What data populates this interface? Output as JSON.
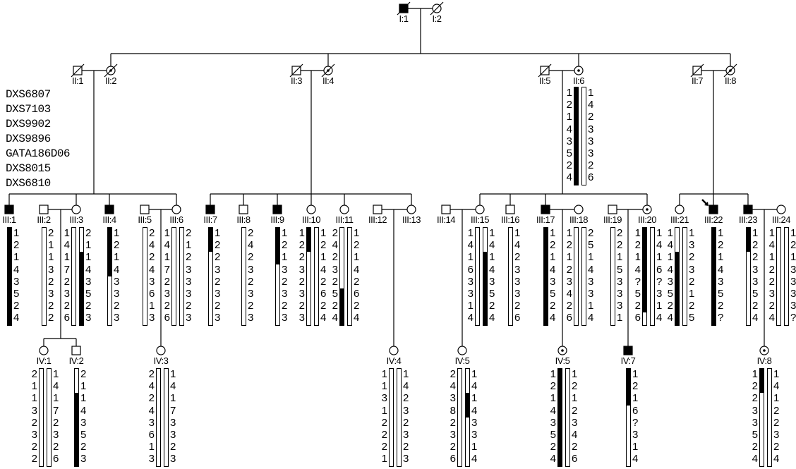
{
  "colors": {
    "affected": "#000000",
    "line": "#000000",
    "background": "#ffffff"
  },
  "markers": [
    "DXS6807",
    "DXS7103",
    "DXS9902",
    "DXS9896",
    "GATA186D06",
    "DXS8015",
    "DXS6810"
  ],
  "individuals": [
    {
      "id": "I:1",
      "sex": "M",
      "affected": true,
      "carrier": false,
      "deceased": true
    },
    {
      "id": "I:2",
      "sex": "F",
      "affected": false,
      "carrier": false,
      "deceased": true
    },
    {
      "id": "II:1",
      "sex": "M",
      "affected": false,
      "carrier": false,
      "deceased": true
    },
    {
      "id": "II:2",
      "sex": "F",
      "affected": false,
      "carrier": true,
      "deceased": true
    },
    {
      "id": "II:3",
      "sex": "M",
      "affected": false,
      "carrier": false,
      "deceased": true
    },
    {
      "id": "II:4",
      "sex": "F",
      "affected": false,
      "carrier": true,
      "deceased": true
    },
    {
      "id": "II:5",
      "sex": "M",
      "affected": false,
      "carrier": false,
      "deceased": true
    },
    {
      "id": "II:6",
      "sex": "F",
      "affected": false,
      "carrier": true,
      "deceased": false,
      "hap1": {
        "alleles": [
          "1",
          "2",
          "1",
          "4",
          "3",
          "5",
          "2",
          "4"
        ],
        "fill": "bbbbbbbb"
      },
      "hap2": {
        "alleles": [
          "1",
          "4",
          "2",
          "3",
          "3",
          "3",
          "2",
          "6"
        ],
        "fill": "wwwwwwww"
      }
    },
    {
      "id": "II:7",
      "sex": "M",
      "affected": false,
      "carrier": false,
      "deceased": true
    },
    {
      "id": "II:8",
      "sex": "F",
      "affected": false,
      "carrier": true,
      "deceased": true
    },
    {
      "id": "III:1",
      "sex": "M",
      "affected": true,
      "hap1": {
        "alleles": [
          "1",
          "2",
          "1",
          "4",
          "3",
          "5",
          "2",
          "4"
        ],
        "fill": "bbbbbbbb"
      }
    },
    {
      "id": "III:2",
      "sex": "M",
      "affected": false,
      "hap1": {
        "alleles": [
          "2",
          "1",
          "1",
          "3",
          "2",
          "3",
          "2",
          "2"
        ],
        "fill": "wwwwwwww"
      }
    },
    {
      "id": "III:3",
      "sex": "F",
      "affected": false,
      "hap1": {
        "alleles": [
          "1",
          "4",
          "1",
          "7",
          "2",
          "3",
          "2",
          "6"
        ],
        "fill": "wwwwwwww"
      },
      "hap2": {
        "alleles": [
          "2",
          "1",
          "1",
          "4",
          "3",
          "5",
          "2",
          "3"
        ],
        "fill": "wwbbbbbb"
      }
    },
    {
      "id": "III:4",
      "sex": "M",
      "affected": true,
      "hap1": {
        "alleles": [
          "1",
          "2",
          "1",
          "4",
          "3",
          "3",
          "2",
          "3"
        ],
        "fill": "bbbbwwww"
      }
    },
    {
      "id": "III:5",
      "sex": "M",
      "affected": false,
      "hap1": {
        "alleles": [
          "2",
          "4",
          "2",
          "4",
          "3",
          "6",
          "1",
          "3"
        ],
        "fill": "wwwwwwww"
      }
    },
    {
      "id": "III:6",
      "sex": "F",
      "affected": false,
      "hap1": {
        "alleles": [
          "1",
          "4",
          "1",
          "7",
          "2",
          "3",
          "2",
          "6"
        ],
        "fill": "wwwwwwww"
      },
      "hap2": {
        "alleles": [
          "2",
          "1",
          "2",
          "3",
          "3",
          "3",
          "2",
          "3"
        ],
        "fill": "wwwwwwww"
      }
    },
    {
      "id": "III:7",
      "sex": "M",
      "affected": true,
      "hap1": {
        "alleles": [
          "1",
          "2",
          "2",
          "3",
          "2",
          "3",
          "2",
          "3"
        ],
        "fill": "bbwwwwww"
      }
    },
    {
      "id": "III:8",
      "sex": "M",
      "affected": false,
      "hap1": {
        "alleles": [
          "2",
          "4",
          "2",
          "3",
          "2",
          "3",
          "2",
          "3"
        ],
        "fill": "wwwwwwww"
      }
    },
    {
      "id": "III:9",
      "sex": "M",
      "affected": true,
      "hap1": {
        "alleles": [
          "1",
          "2",
          "1",
          "3",
          "2",
          "3",
          "2",
          "3"
        ],
        "fill": "bbbwwwww"
      }
    },
    {
      "id": "III:10",
      "sex": "F",
      "affected": false,
      "hap1": {
        "alleles": [
          "1",
          "2",
          "2",
          "3",
          "2",
          "3",
          "2",
          "3"
        ],
        "fill": "bbwwwwww"
      },
      "hap2": {
        "alleles": [
          "1",
          "2",
          "1",
          "4",
          "2",
          "6",
          "2",
          "4"
        ],
        "fill": "wwwwwwww"
      }
    },
    {
      "id": "III:11",
      "sex": "F",
      "affected": false,
      "hap1": {
        "alleles": [
          "2",
          "4",
          "2",
          "3",
          "2",
          "5",
          "2",
          "4"
        ],
        "fill": "wwwwwbbb"
      },
      "hap2": {
        "alleles": [
          "1",
          "2",
          "1",
          "4",
          "2",
          "6",
          "2",
          "4"
        ],
        "fill": "wwwwwwww"
      }
    },
    {
      "id": "III:12",
      "sex": "M",
      "affected": false
    },
    {
      "id": "III:13",
      "sex": "F",
      "affected": false
    },
    {
      "id": "III:14",
      "sex": "M",
      "affected": false
    },
    {
      "id": "III:15",
      "sex": "F",
      "affected": false,
      "hap1": {
        "alleles": [
          "1",
          "4",
          "1",
          "6",
          "3",
          "3",
          "1",
          "4"
        ],
        "fill": "wwwwwwww"
      },
      "hap2": {
        "alleles": [
          "1",
          "4",
          "1",
          "4",
          "3",
          "5",
          "2",
          "4"
        ],
        "fill": "wwbbbbbb"
      }
    },
    {
      "id": "III:16",
      "sex": "M",
      "affected": false,
      "hap1": {
        "alleles": [
          "1",
          "4",
          "2",
          "3",
          "3",
          "3",
          "2",
          "6"
        ],
        "fill": "wwwwwwww"
      }
    },
    {
      "id": "III:17",
      "sex": "M",
      "affected": true,
      "hap1": {
        "alleles": [
          "1",
          "2",
          "1",
          "4",
          "3",
          "5",
          "2",
          "4"
        ],
        "fill": "bbbbbbbb"
      }
    },
    {
      "id": "III:18",
      "sex": "F",
      "affected": false,
      "hap1": {
        "alleles": [
          "1",
          "2",
          "1",
          "2",
          "3",
          "4",
          "2",
          "6"
        ],
        "fill": "wwwwwwww"
      },
      "hap2": {
        "alleles": [
          "2",
          "5",
          "1",
          "4",
          "3",
          "3",
          "1",
          "4"
        ],
        "fill": "wwwwwwww"
      }
    },
    {
      "id": "III:19",
      "sex": "M",
      "affected": false,
      "hap1": {
        "alleles": [
          "2",
          "2",
          "1",
          "5",
          "3",
          "3",
          "3",
          "1"
        ],
        "fill": "wwwwwwww"
      }
    },
    {
      "id": "III:20",
      "sex": "F",
      "affected": false,
      "carrier": true,
      "hap1": {
        "alleles": [
          "1",
          "2",
          "1",
          "4",
          "?",
          "5",
          "2",
          "6"
        ],
        "fill": "bbbbbbbw"
      },
      "hap2": {
        "alleles": [
          "1",
          "4",
          "1",
          "6",
          "?",
          "3",
          "1",
          "4"
        ],
        "fill": "wwwwwwww"
      }
    },
    {
      "id": "III:21",
      "sex": "F",
      "affected": false,
      "hap1": {
        "alleles": [
          "1",
          "4",
          "1",
          "4",
          "3",
          "5",
          "2",
          "4"
        ],
        "fill": "wwbbbbbb"
      },
      "hap2": {
        "alleles": [
          "1",
          "3",
          "2",
          "3",
          "2",
          "1",
          "2",
          "5"
        ],
        "fill": "wwwwwwww"
      }
    },
    {
      "id": "III:22",
      "sex": "M",
      "affected": true,
      "proband": true,
      "hap1": {
        "alleles": [
          "1",
          "2",
          "1",
          "4",
          "3",
          "5",
          "2",
          "?"
        ],
        "fill": "bbbbbbbb"
      }
    },
    {
      "id": "III:23",
      "sex": "M",
      "affected": true,
      "hap1": {
        "alleles": [
          "1",
          "2",
          "2",
          "3",
          "3",
          "5",
          "2",
          "4"
        ],
        "fill": "bbwwwwww"
      }
    },
    {
      "id": "III:24",
      "sex": "F",
      "affected": false,
      "hap1": {
        "alleles": [
          "1",
          "4",
          "1",
          "2",
          "2",
          "3",
          "2",
          "4"
        ],
        "fill": "wwwwwwww"
      },
      "hap2": {
        "alleles": [
          "1",
          "2",
          "1",
          "3",
          "3",
          "3",
          "3",
          "?"
        ],
        "fill": "wwwwwwww"
      }
    },
    {
      "id": "IV:1",
      "sex": "F",
      "affected": false,
      "hap1": {
        "alleles": [
          "2",
          "1",
          "1",
          "3",
          "2",
          "3",
          "2",
          "2"
        ],
        "fill": "wwwwwwww"
      },
      "hap2": {
        "alleles": [
          "1",
          "4",
          "1",
          "7",
          "2",
          "3",
          "2",
          "6"
        ],
        "fill": "wwwwwwww"
      }
    },
    {
      "id": "IV:2",
      "sex": "M",
      "affected": false,
      "hap1": {
        "alleles": [
          "2",
          "1",
          "1",
          "4",
          "3",
          "5",
          "2",
          "3"
        ],
        "fill": "wwbbbbbb"
      }
    },
    {
      "id": "IV:3",
      "sex": "F",
      "affected": false,
      "hap1": {
        "alleles": [
          "2",
          "4",
          "2",
          "4",
          "3",
          "6",
          "1",
          "3"
        ],
        "fill": "wwwwwwww"
      },
      "hap2": {
        "alleles": [
          "1",
          "4",
          "1",
          "7",
          "3",
          "3",
          "2",
          "3"
        ],
        "fill": "wwwwwwww"
      }
    },
    {
      "id": "IV:4",
      "sex": "F",
      "affected": false,
      "hap1": {
        "alleles": [
          "1",
          "1",
          "3",
          "1",
          "2",
          "2",
          "2",
          "1"
        ],
        "fill": "wwwwwwww"
      },
      "hap2": {
        "alleles": [
          "1",
          "4",
          "2",
          "3",
          "2",
          "3",
          "2",
          "3"
        ],
        "fill": "wwwwwwww"
      }
    },
    {
      "id": "IV:5",
      "sex": "F",
      "affected": false,
      "hap1": {
        "alleles": [
          "2",
          "4",
          "3",
          "8",
          "2",
          "3",
          "2",
          "6"
        ],
        "fill": "wwwwwwww"
      },
      "hap2": {
        "alleles": [
          "1",
          "4",
          "1",
          "4",
          "3",
          "3",
          "1",
          "4"
        ],
        "fill": "wwbbwwww"
      }
    },
    {
      "id": "IV:5",
      "sex": "F",
      "affected": false,
      "carrier": true,
      "hap1": {
        "alleles": [
          "1",
          "2",
          "1",
          "4",
          "3",
          "5",
          "2",
          "4"
        ],
        "fill": "bbbbbbbb"
      },
      "hap2": {
        "alleles": [
          "1",
          "2",
          "1",
          "2",
          "3",
          "4",
          "2",
          "6"
        ],
        "fill": "wwwwwwww"
      }
    },
    {
      "id": "IV:7",
      "sex": "M",
      "affected": true,
      "hap1": {
        "alleles": [
          "1",
          "2",
          "1",
          "6",
          "?",
          "3",
          "1",
          "4"
        ],
        "fill": "bbbwwwww"
      }
    },
    {
      "id": "IV:8",
      "sex": "F",
      "affected": false,
      "carrier": true,
      "hap1": {
        "alleles": [
          "1",
          "2",
          "2",
          "3",
          "3",
          "5",
          "2",
          "4"
        ],
        "fill": "bbwwwwww"
      },
      "hap2": {
        "alleles": [
          "1",
          "4",
          "1",
          "2",
          "2",
          "3",
          "2",
          "4"
        ],
        "fill": "wwwwwwww"
      }
    }
  ]
}
